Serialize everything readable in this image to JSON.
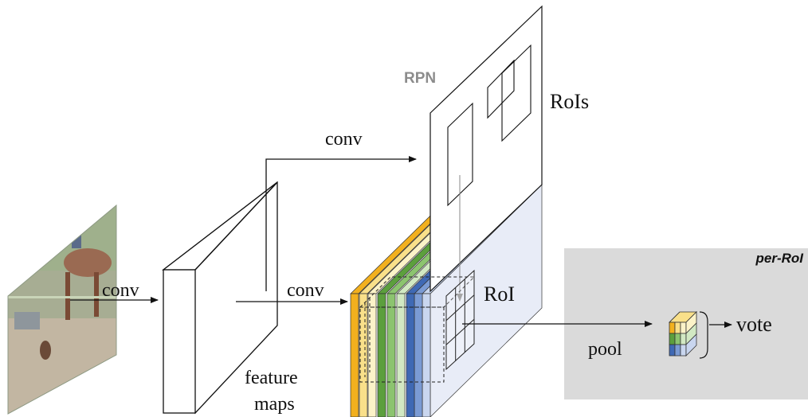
{
  "labels": {
    "rpn": "RPN",
    "rois": "RoIs",
    "conv_top": "conv",
    "conv_left": "conv",
    "conv_middle": "conv",
    "feature_maps_line1": "feature",
    "feature_maps_line2": "maps",
    "roi": "RoI",
    "pool": "pool",
    "vote": "vote",
    "per_roi": "per-RoI"
  },
  "colors": {
    "orange": "#f2b01e",
    "yellow": "#f9e08a",
    "pale_yellow": "#fcf3c8",
    "dark_green": "#5c9f3d",
    "green": "#8cc46f",
    "light_green": "#d2e9c3",
    "dark_blue": "#3f69b4",
    "blue": "#7b9bd4",
    "light_blue": "#c9d6ef",
    "panel_fill": "#e8ecf7",
    "gray_panel": "#dadada",
    "rpn_gray": "#8c8c8c"
  }
}
